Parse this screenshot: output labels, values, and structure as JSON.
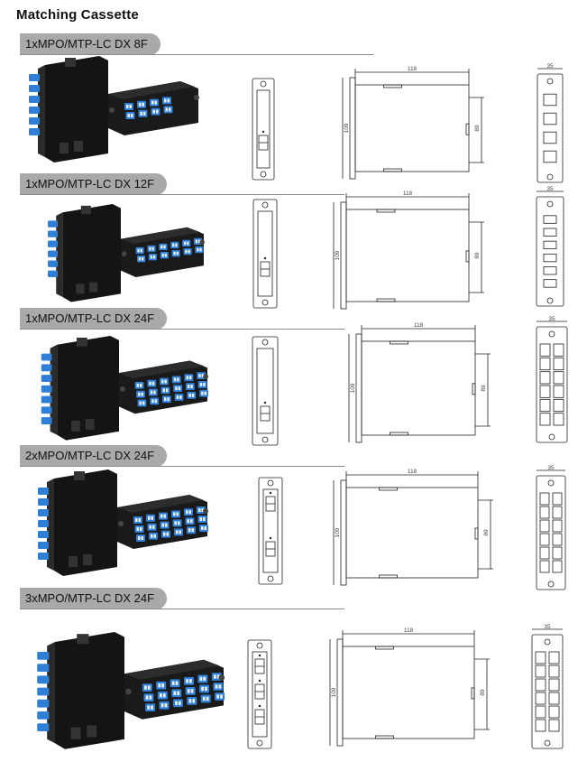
{
  "page": {
    "title": "Matching Cassette"
  },
  "sections": [
    {
      "label": "1xMPO/MTP-LC DX 8F",
      "dims": {
        "width": "118",
        "height": "109",
        "inner": "89",
        "depth": "35"
      }
    },
    {
      "label": "1xMPO/MTP-LC DX 12F",
      "dims": {
        "width": "118",
        "height": "109",
        "inner": "89",
        "depth": "35"
      }
    },
    {
      "label": "1xMPO/MTP-LC DX 24F",
      "dims": {
        "width": "118",
        "height": "109",
        "inner": "89",
        "depth": "35"
      }
    },
    {
      "label": "2xMPO/MTP-LC DX 24F",
      "dims": {
        "width": "118",
        "height": "109",
        "inner": "89",
        "depth": "35"
      }
    },
    {
      "label": "3xMPO/MTP-LC DX 24F",
      "dims": {
        "width": "118",
        "height": "109",
        "inner": "89",
        "depth": "35"
      }
    }
  ],
  "colors": {
    "tab": "#a9a9a9",
    "cassette": "#1b1b1b",
    "adapter": "#2f7fd6"
  }
}
